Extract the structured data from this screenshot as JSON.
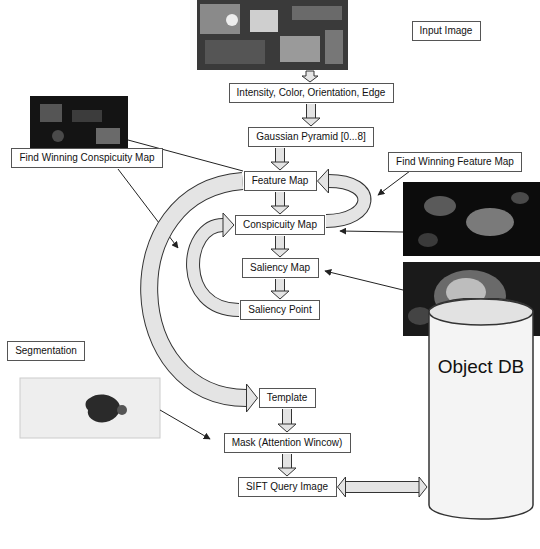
{
  "diagram": {
    "nodes": [
      {
        "text": [
          "Input Image"
        ]
      },
      {
        "text": [
          "Intensity, Color, Orientation, Edge"
        ]
      },
      {
        "text": [
          "Gaussian Pyramid [0...8]"
        ]
      },
      {
        "text": [
          "Find Winning Conspicuity Map"
        ]
      },
      {
        "text": [
          "Find Winning Feature Map"
        ]
      },
      {
        "text": [
          "Feature Map"
        ]
      },
      {
        "text": [
          "Conspicuity Map"
        ]
      },
      {
        "text": [
          "Saliency Map"
        ]
      },
      {
        "text": [
          "Saliency Point"
        ]
      },
      {
        "text": [
          "Segmentation"
        ]
      },
      {
        "text": [
          "Template"
        ]
      },
      {
        "text": [
          "Mask (Attention Wincow)"
        ]
      },
      {
        "text": [
          "SIFT Query Image"
        ]
      },
      {
        "text": [
          "Object DB"
        ]
      }
    ],
    "edges": [
      {
        "from": 1,
        "to": 2,
        "arrow": "to"
      },
      {
        "from": 2,
        "to": 5,
        "arrow": "to"
      },
      {
        "from": 5,
        "to": 6,
        "arrow": "to"
      },
      {
        "from": 6,
        "to": 7,
        "arrow": "to"
      },
      {
        "from": 7,
        "to": 8,
        "arrow": "to"
      },
      {
        "from": 8,
        "to": 6,
        "arrow": "to"
      },
      {
        "from": 6,
        "to": 5,
        "arrow": "to"
      },
      {
        "from": 5,
        "to": 10,
        "arrow": "to"
      },
      {
        "from": 10,
        "to": 11,
        "arrow": "to"
      },
      {
        "from": 11,
        "to": 12,
        "arrow": "to"
      },
      {
        "from": 12,
        "to": 13,
        "arrow": "both"
      }
    ]
  }
}
